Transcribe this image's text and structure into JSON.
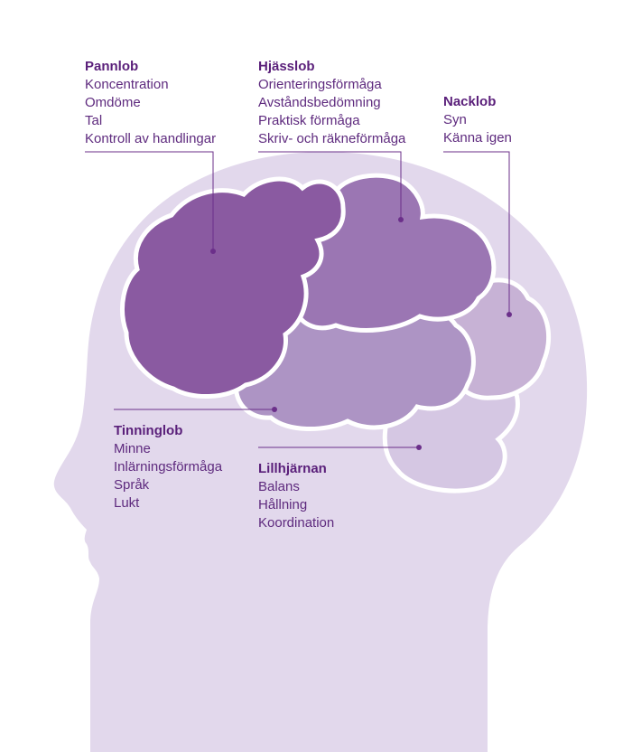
{
  "colors": {
    "head": "#e2d8ec",
    "frontal": "#8a5aa1",
    "parietal": "#9b76b3",
    "occipital": "#c7b2d5",
    "temporal": "#ad94c4",
    "cerebellum": "#d5c7e3",
    "outline": "#ffffff",
    "leader": "#6b2f8a",
    "text": "#5a1f7a"
  },
  "labels": {
    "frontal": {
      "title": "Pannlob",
      "items": [
        "Koncentration",
        "Omdöme",
        "Tal",
        "Kontroll av handlingar"
      ]
    },
    "parietal": {
      "title": "Hjässlob",
      "items": [
        "Orienteringsförmåga",
        "Avståndsbedömning",
        "Praktisk förmåga",
        "Skriv- och räkneförmåga"
      ]
    },
    "occipital": {
      "title": "Nacklob",
      "items": [
        "Syn",
        "Känna igen"
      ]
    },
    "temporal": {
      "title": "Tinninglob",
      "items": [
        "Minne",
        "Inlärningsförmåga",
        "Språk",
        "Lukt"
      ]
    },
    "cerebellum": {
      "title": "Lillhjärnan",
      "items": [
        "Balans",
        "Hållning",
        "Koordination"
      ]
    }
  }
}
